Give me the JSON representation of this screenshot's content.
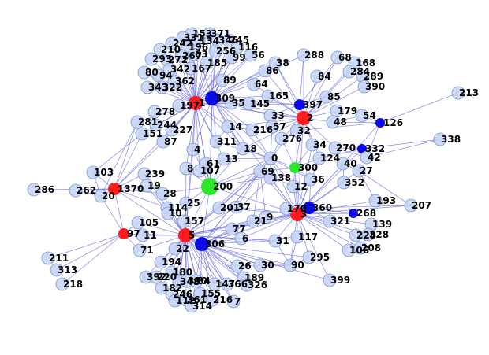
{
  "colors": {
    "edge": "#6f6fe6",
    "node_default": "#c4d4f3",
    "node_stroke": "#7a93d6",
    "red": "#ff1c1c",
    "blue": "#0a0ae8",
    "green": "#2be82b"
  },
  "nodes": [
    {
      "id": "1",
      "color": "red"
    },
    {
      "id": "2",
      "color": "red"
    },
    {
      "id": "3",
      "color": "red"
    },
    {
      "id": "5",
      "color": "red"
    },
    {
      "id": "97",
      "color": "red"
    },
    {
      "id": "1370",
      "color": "red"
    },
    {
      "id": "309",
      "color": "blue"
    },
    {
      "id": "397",
      "color": "blue"
    },
    {
      "id": "126",
      "color": "blue"
    },
    {
      "id": "332",
      "color": "blue"
    },
    {
      "id": "360",
      "color": "blue"
    },
    {
      "id": "268",
      "color": "blue"
    },
    {
      "id": "306",
      "color": "blue"
    },
    {
      "id": "200",
      "color": "green"
    },
    {
      "id": "300",
      "color": "green"
    },
    {
      "id": "153"
    },
    {
      "id": "371"
    },
    {
      "id": "331"
    },
    {
      "id": "134"
    },
    {
      "id": "346"
    },
    {
      "id": "245"
    },
    {
      "id": "242"
    },
    {
      "id": "196"
    },
    {
      "id": "116"
    },
    {
      "id": "210"
    },
    {
      "id": "256"
    },
    {
      "id": "267"
    },
    {
      "id": "63"
    },
    {
      "id": "99"
    },
    {
      "id": "56"
    },
    {
      "id": "293"
    },
    {
      "id": "272"
    },
    {
      "id": "185"
    },
    {
      "id": "342"
    },
    {
      "id": "167"
    },
    {
      "id": "80"
    },
    {
      "id": "94"
    },
    {
      "id": "362"
    },
    {
      "id": "343"
    },
    {
      "id": "322"
    },
    {
      "id": "89"
    },
    {
      "id": "197"
    },
    {
      "id": "35"
    },
    {
      "id": "278"
    },
    {
      "id": "281"
    },
    {
      "id": "244"
    },
    {
      "id": "227"
    },
    {
      "id": "151"
    },
    {
      "id": "87"
    },
    {
      "id": "288"
    },
    {
      "id": "68"
    },
    {
      "id": "168"
    },
    {
      "id": "38"
    },
    {
      "id": "86"
    },
    {
      "id": "84"
    },
    {
      "id": "284"
    },
    {
      "id": "289"
    },
    {
      "id": "390"
    },
    {
      "id": "64"
    },
    {
      "id": "165"
    },
    {
      "id": "85"
    },
    {
      "id": "145"
    },
    {
      "id": "179"
    },
    {
      "id": "213"
    },
    {
      "id": "33"
    },
    {
      "id": "54"
    },
    {
      "id": "48"
    },
    {
      "id": "14"
    },
    {
      "id": "216"
    },
    {
      "id": "57"
    },
    {
      "id": "32"
    },
    {
      "id": "311"
    },
    {
      "id": "276"
    },
    {
      "id": "338"
    },
    {
      "id": "34"
    },
    {
      "id": "270"
    },
    {
      "id": "18"
    },
    {
      "id": "4"
    },
    {
      "id": "0"
    },
    {
      "id": "124"
    },
    {
      "id": "42"
    },
    {
      "id": "61"
    },
    {
      "id": "13"
    },
    {
      "id": "40"
    },
    {
      "id": "8"
    },
    {
      "id": "107"
    },
    {
      "id": "27"
    },
    {
      "id": "69"
    },
    {
      "id": "103"
    },
    {
      "id": "239"
    },
    {
      "id": "138"
    },
    {
      "id": "36"
    },
    {
      "id": "352"
    },
    {
      "id": "19"
    },
    {
      "id": "12"
    },
    {
      "id": "286"
    },
    {
      "id": "262"
    },
    {
      "id": "20"
    },
    {
      "id": "28"
    },
    {
      "id": "25"
    },
    {
      "id": "193"
    },
    {
      "id": "207"
    },
    {
      "id": "201"
    },
    {
      "id": "37"
    },
    {
      "id": "170"
    },
    {
      "id": "114"
    },
    {
      "id": "9"
    },
    {
      "id": "21"
    },
    {
      "id": "10"
    },
    {
      "id": "321"
    },
    {
      "id": "139"
    },
    {
      "id": "105"
    },
    {
      "id": "157"
    },
    {
      "id": "11"
    },
    {
      "id": "77"
    },
    {
      "id": "228"
    },
    {
      "id": "328"
    },
    {
      "id": "117"
    },
    {
      "id": "6"
    },
    {
      "id": "31"
    },
    {
      "id": "71"
    },
    {
      "id": "22"
    },
    {
      "id": "106"
    },
    {
      "id": "208"
    },
    {
      "id": "211"
    },
    {
      "id": "194"
    },
    {
      "id": "313"
    },
    {
      "id": "295"
    },
    {
      "id": "26"
    },
    {
      "id": "30"
    },
    {
      "id": "90"
    },
    {
      "id": "392"
    },
    {
      "id": "220"
    },
    {
      "id": "180"
    },
    {
      "id": "189"
    },
    {
      "id": "218"
    },
    {
      "id": "182"
    },
    {
      "id": "348"
    },
    {
      "id": "350"
    },
    {
      "id": "84b",
      "label": "84"
    },
    {
      "id": "147"
    },
    {
      "id": "366"
    },
    {
      "id": "326"
    },
    {
      "id": "399"
    },
    {
      "id": "246"
    },
    {
      "id": "155"
    },
    {
      "id": "112"
    },
    {
      "id": "361"
    },
    {
      "id": "216b",
      "label": "216"
    },
    {
      "id": "314"
    },
    {
      "id": "7"
    }
  ]
}
